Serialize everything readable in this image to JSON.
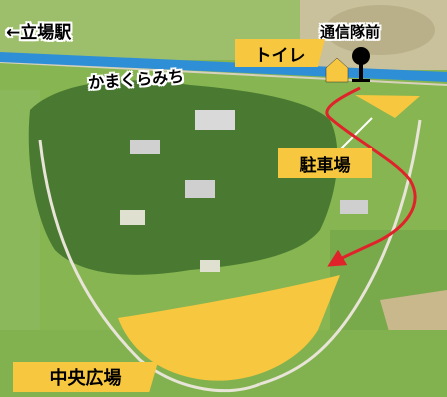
{
  "labels": {
    "station": "←立場駅",
    "trail": "かまくらみち",
    "bus_stop": "通信隊前",
    "toilet": "トイレ",
    "parking": "駐車場",
    "central_plaza": "中央広場"
  },
  "colors": {
    "highlight": "#f6c73f",
    "route": "#e0232b",
    "canal": "#2f8fd6",
    "grass": "#7fae4a",
    "forest": "#3f6e2c",
    "road": "#e8e4d8",
    "bus_stop_marker": "#000000"
  },
  "icons": {
    "toilet": "house-pin-icon",
    "bus_stop": "bus-stop-pin-icon",
    "route": "route-arrow"
  }
}
